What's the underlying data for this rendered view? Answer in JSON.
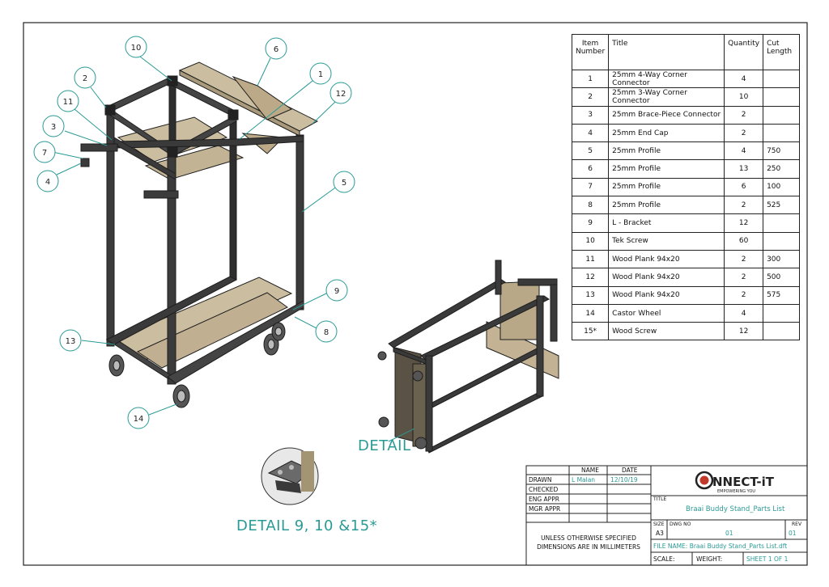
{
  "bom": {
    "headers": {
      "item": "Item Number",
      "title": "Title",
      "qty": "Quantity",
      "cut": "Cut Length"
    },
    "rows": [
      {
        "item": "1",
        "title": "25mm 4-Way Corner Connector",
        "qty": "4",
        "cut": ""
      },
      {
        "item": "2",
        "title": "25mm 3-Way Corner Connector",
        "qty": "10",
        "cut": ""
      },
      {
        "item": "3",
        "title": "25mm Brace-Piece Connector",
        "qty": "2",
        "cut": ""
      },
      {
        "item": "4",
        "title": "25mm End Cap",
        "qty": "2",
        "cut": ""
      },
      {
        "item": "5",
        "title": "25mm Profile",
        "qty": "4",
        "cut": "750"
      },
      {
        "item": "6",
        "title": "25mm Profile",
        "qty": "13",
        "cut": "250"
      },
      {
        "item": "7",
        "title": "25mm Profile",
        "qty": "6",
        "cut": "100"
      },
      {
        "item": "8",
        "title": "25mm Profile",
        "qty": "2",
        "cut": "525"
      },
      {
        "item": "9",
        "title": "L - Bracket",
        "qty": "12",
        "cut": ""
      },
      {
        "item": "10",
        "title": "Tek Screw",
        "qty": "60",
        "cut": ""
      },
      {
        "item": "11",
        "title": "Wood Plank 94x20",
        "qty": "2",
        "cut": "300"
      },
      {
        "item": "12",
        "title": "Wood Plank 94x20",
        "qty": "2",
        "cut": "500"
      },
      {
        "item": "13",
        "title": "Wood Plank 94x20",
        "qty": "2",
        "cut": "575"
      },
      {
        "item": "14",
        "title": "Castor Wheel",
        "qty": "4",
        "cut": ""
      },
      {
        "item": "15*",
        "title": "Wood Screw",
        "qty": "12",
        "cut": ""
      }
    ]
  },
  "balloons": [
    "10",
    "6",
    "2",
    "1",
    "12",
    "11",
    "3",
    "7",
    "4",
    "5",
    "9",
    "8",
    "13",
    "14"
  ],
  "detail_labels": {
    "main": "DETAIL",
    "zoom": "DETAIL 9, 10 &15*"
  },
  "title_block": {
    "name_hdr": "NAME",
    "date_hdr": "DATE",
    "drawn": "DRAWN",
    "checked": "CHECKED",
    "eng_appr": "ENG APPR",
    "mgr_appr": "MGR APPR",
    "drawn_name": "L Malan",
    "drawn_date": "12/10/19",
    "note_line1": "UNLESS OTHERWISE SPECIFIED",
    "note_line2": "DIMENSIONS ARE IN MILLIMETERS",
    "logo_text": "NNECT-iT",
    "logo_sub": "EMPOWERING YOU",
    "title_lbl": "TITLE",
    "title": "Braai Buddy Stand_Parts List",
    "size_lbl": "SIZE",
    "size": "A3",
    "dwg_lbl": "DWG NO",
    "dwg_no": "01",
    "rev_lbl": "REV",
    "rev": "01",
    "file_name": "FILE NAME: Braai Buddy Stand_Parts List.dft",
    "scale": "SCALE:",
    "weight": "WEIGHT:",
    "sheet": "SHEET 1 OF 1"
  },
  "colors": {
    "teal": "#2a9a95",
    "wood": "#c9b99b",
    "frame": "#3a3a3a"
  }
}
